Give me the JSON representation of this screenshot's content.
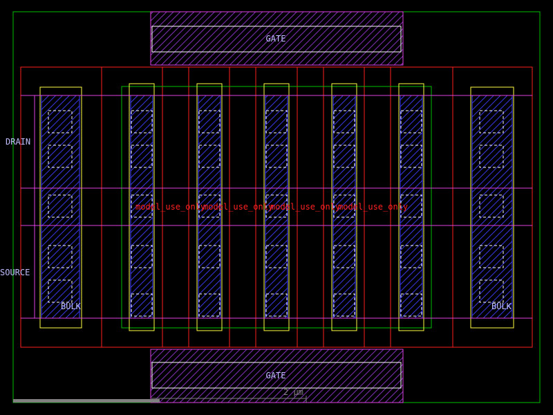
{
  "colors": {
    "background": "#000000",
    "boundary": "#00c000",
    "diffusion": "#ff2020",
    "poly": "#e040e0",
    "contact": "#ffffff",
    "metal": "#4040ff",
    "implant": "#ffff40",
    "text_label": "#c0c0ff",
    "model_text": "#ff2020",
    "scale_bar": "#808080"
  },
  "labels": {
    "gate_top": "GATE",
    "gate_bottom": "GATE",
    "drain": "DRAIN",
    "source": "SOURCE",
    "bulk_left": "BULK",
    "bulk_right": "BULK",
    "model_1": "model_use_only",
    "model_2": "model_use_only",
    "model_3": "model_use_only",
    "model_4": "model_use_only",
    "scale": "2 µm"
  },
  "icons": {
    "scale_bar": "ruler-icon"
  }
}
